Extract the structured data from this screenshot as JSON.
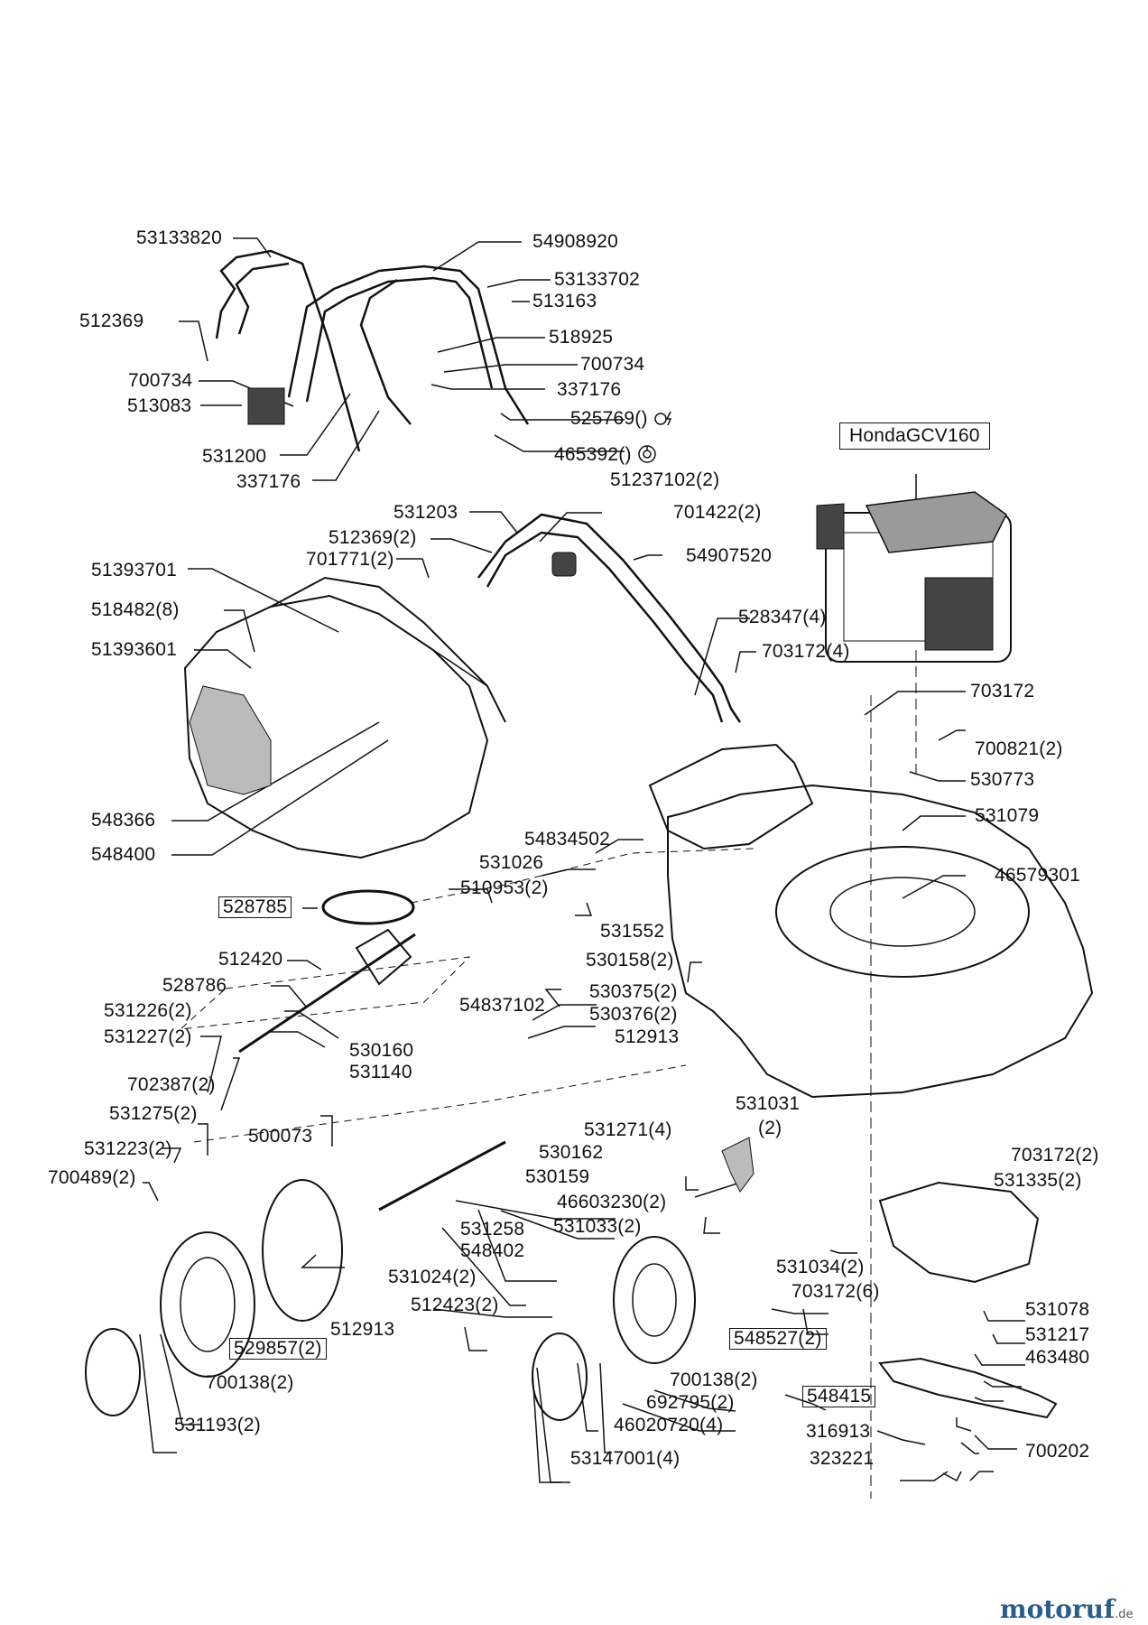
{
  "engine_model": "HondaGCV160",
  "labels": {
    "l01": "53133820",
    "l02": "54908920",
    "l03": "53133702",
    "l04": "513163",
    "l05": "512369",
    "l06": "518925",
    "l07": "700734",
    "l08": "700734",
    "l09": "337176",
    "l10": "513083",
    "l11": "525769()",
    "l12": "465392()",
    "l13": "531200",
    "l14": "337176",
    "l15": "531203",
    "l16": "51237102(2)",
    "l17": "701422(2)",
    "l18": "512369(2)",
    "l19": "701771(2)",
    "l20": "54907520",
    "l21": "51393701",
    "l22": "518482(8)",
    "l23": "51393601",
    "l24": "528347(4)",
    "l25": "703172(4)",
    "l26": "703172",
    "l27": "700821(2)",
    "l28": "530773",
    "l29": "531079",
    "l30": "548366",
    "l31": "548400",
    "l32": "54834502",
    "l33": "531026",
    "l34": "46579301",
    "l35": "510953(2)",
    "l36": "528785",
    "l37": "531552",
    "l38": "512420",
    "l39": "530158(2)",
    "l40": "528786",
    "l41": "54837102",
    "l42": "530375(2)",
    "l43": "531226(2)",
    "l44": "530376(2)",
    "l45": "531227(2)",
    "l46": "512913",
    "l47": "530160",
    "l48": "531140",
    "l49": "702387(2)",
    "l50": "531275(2)",
    "l51": "531031",
    "l52": "(2)",
    "l53": "531271(4)",
    "l54": "500073",
    "l55": "703172(2)",
    "l56": "531223(2)",
    "l57": "530162",
    "l58": "531335(2)",
    "l59": "700489(2)",
    "l60": "530159",
    "l61": "46603230(2)",
    "l62": "531033(2)",
    "l63": "531258",
    "l64": "548402",
    "l65": "531034(2)",
    "l66": "531024(2)",
    "l67": "703172(6)",
    "l68": "512423(2)",
    "l69": "531078",
    "l70": "512913",
    "l71": "531217",
    "l72": "529857(2)",
    "l73": "548527(2)",
    "l74": "463480",
    "l75": "700138(2)",
    "l76": "700138(2)",
    "l77": "548415",
    "l78": "692795(2)",
    "l79": "531193(2)",
    "l80": "46020720(4)",
    "l81": "316913",
    "l82": "700202",
    "l83": "53147001(4)",
    "l84": "323221"
  },
  "symbols": {
    "l11": "engine-stop-icon",
    "l12": "drive-clutch-icon"
  },
  "watermark": {
    "text_a": "motoruf",
    "text_b": ".de"
  }
}
